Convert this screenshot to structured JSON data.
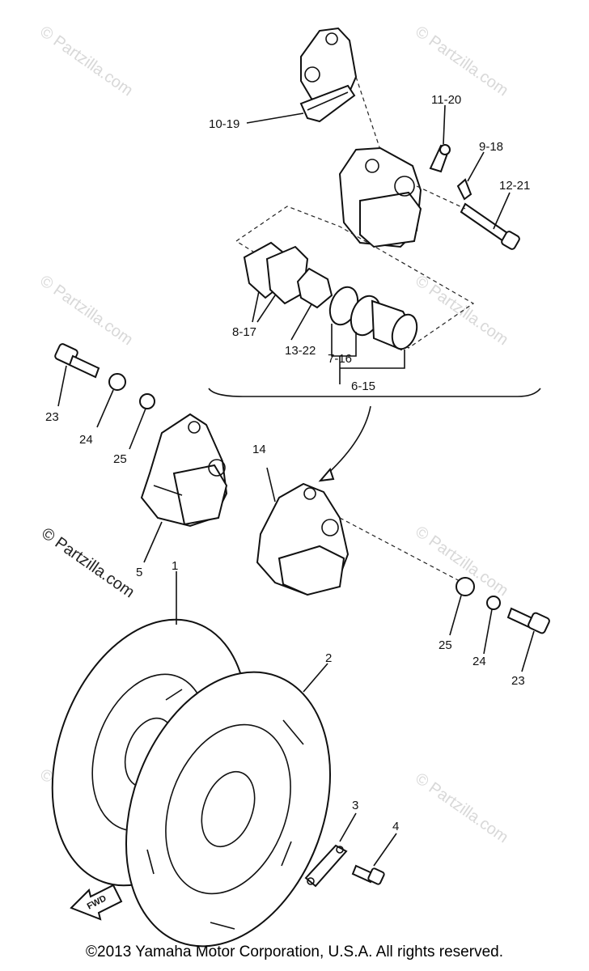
{
  "diagram": {
    "labels": {
      "l10_19": "10-19",
      "l11_20": "11-20",
      "l9_18": "9-18",
      "l12_21": "12-21",
      "l8_17": "8-17",
      "l13_22": "13-22",
      "l7_16": "7-16",
      "l6_15": "6-15",
      "l23a": "23",
      "l24a": "24",
      "l25a": "25",
      "l14": "14",
      "l5": "5",
      "l1": "1",
      "l2": "2",
      "l25b": "25",
      "l24b": "24",
      "l23b": "23",
      "l3": "3",
      "l4": "4",
      "fwd": "FWD"
    },
    "watermark": "© Partzilla.com",
    "watermark_main": "© Partzilla.com"
  },
  "footer": {
    "copyright": "©2013 Yamaha Motor Corporation, U.S.A. All rights reserved."
  }
}
